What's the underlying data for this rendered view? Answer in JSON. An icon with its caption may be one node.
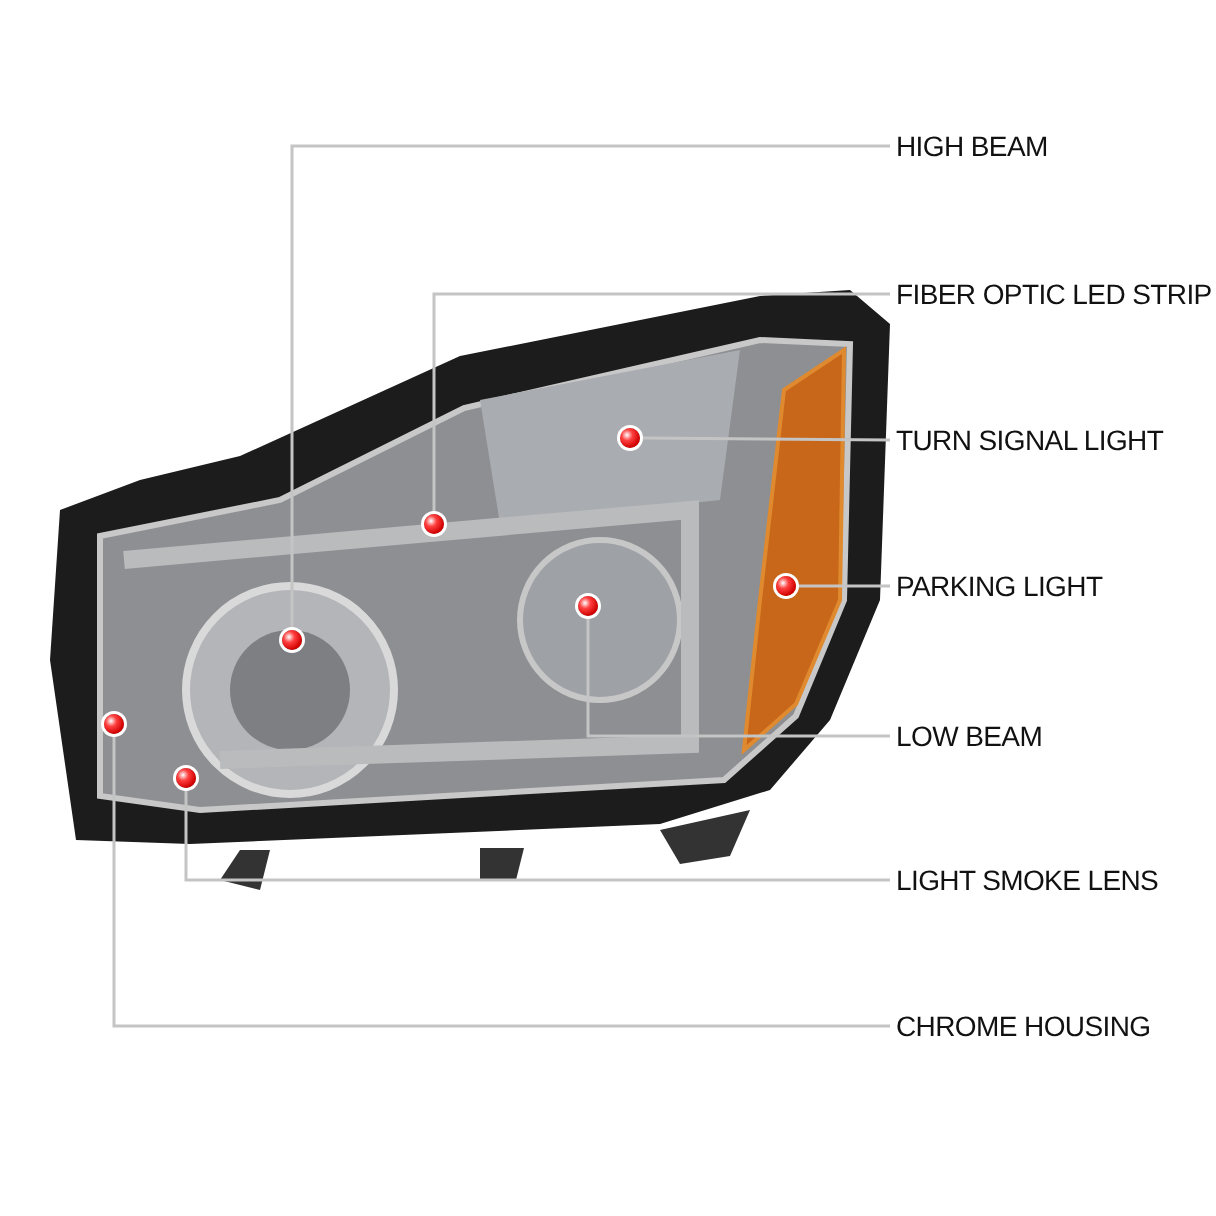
{
  "diagram": {
    "nodes": [
      {
        "text": [
          "HIGH BEAM"
        ]
      },
      {
        "text": [
          "FIBER OPTIC LED STRIP"
        ]
      },
      {
        "text": [
          "TURN SIGNAL LIGHT"
        ]
      },
      {
        "text": [
          "PARKING LIGHT"
        ]
      },
      {
        "text": [
          "LOW BEAM"
        ]
      },
      {
        "text": [
          "LIGHT SMOKE LENS"
        ]
      },
      {
        "text": [
          "CHROME HOUSING"
        ]
      },
      {
        "text": [],
        "shape": "circle"
      },
      {
        "text": [],
        "shape": "circle"
      },
      {
        "text": [],
        "shape": "circle"
      },
      {
        "text": [],
        "shape": "circle"
      },
      {
        "text": [],
        "shape": "circle"
      },
      {
        "text": [],
        "shape": "circle"
      },
      {
        "text": [],
        "shape": "circle"
      }
    ],
    "edges": [
      {
        "from": 0,
        "to": 7,
        "arrow": "none"
      },
      {
        "from": 1,
        "to": 8,
        "arrow": "none"
      },
      {
        "from": 2,
        "to": 9,
        "arrow": "none"
      },
      {
        "from": 3,
        "to": 10,
        "arrow": "none"
      },
      {
        "from": 4,
        "to": 11,
        "arrow": "none"
      },
      {
        "from": 5,
        "to": 12,
        "arrow": "none"
      },
      {
        "from": 6,
        "to": 13,
        "arrow": "none"
      }
    ]
  }
}
